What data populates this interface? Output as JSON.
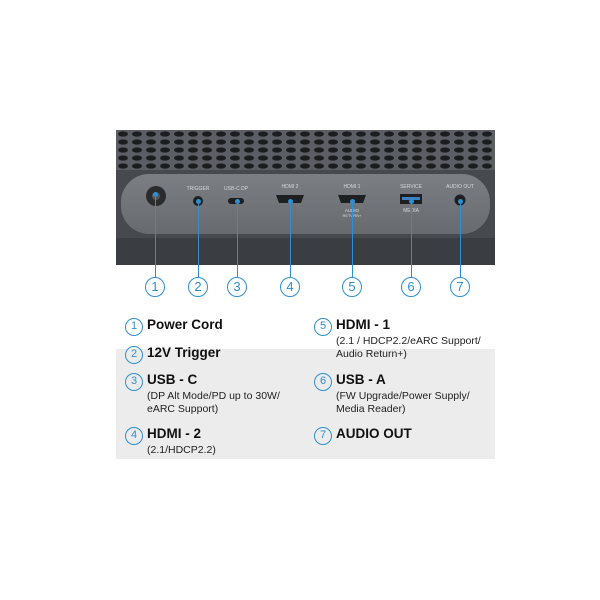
{
  "ports_photo": {
    "labels": [
      "TRIGGER",
      "USB-C DP",
      "HDMI 2",
      "HDMI 1",
      "AUDIO",
      "RETURN+",
      "SERVICE",
      "MEDIA",
      "AUDIO OUT"
    ],
    "callouts": [
      "1",
      "2",
      "3",
      "4",
      "5",
      "6",
      "7"
    ]
  },
  "legend": [
    {
      "num": "1",
      "title": "Power Cord",
      "desc": []
    },
    {
      "num": "2",
      "title": "12V Trigger",
      "desc": []
    },
    {
      "num": "3",
      "title": "USB - C",
      "desc": [
        "(DP Alt Mode/PD up to 30W/",
        "eARC Support)"
      ]
    },
    {
      "num": "4",
      "title": "HDMI - 2",
      "desc": [
        "(2.1/HDCP2.2)"
      ]
    },
    {
      "num": "5",
      "title": "HDMI - 1",
      "desc": [
        "(2.1 / HDCP2.2/eARC Support/",
        "Audio Return+)"
      ]
    },
    {
      "num": "6",
      "title": "USB - A",
      "desc": [
        "(FW Upgrade/Power Supply/",
        "Media Reader)"
      ]
    },
    {
      "num": "7",
      "title": "AUDIO OUT",
      "desc": []
    }
  ],
  "colors": {
    "accent": "#2f8fd0",
    "panel": "#6f7378",
    "body": "#3a3d41"
  }
}
